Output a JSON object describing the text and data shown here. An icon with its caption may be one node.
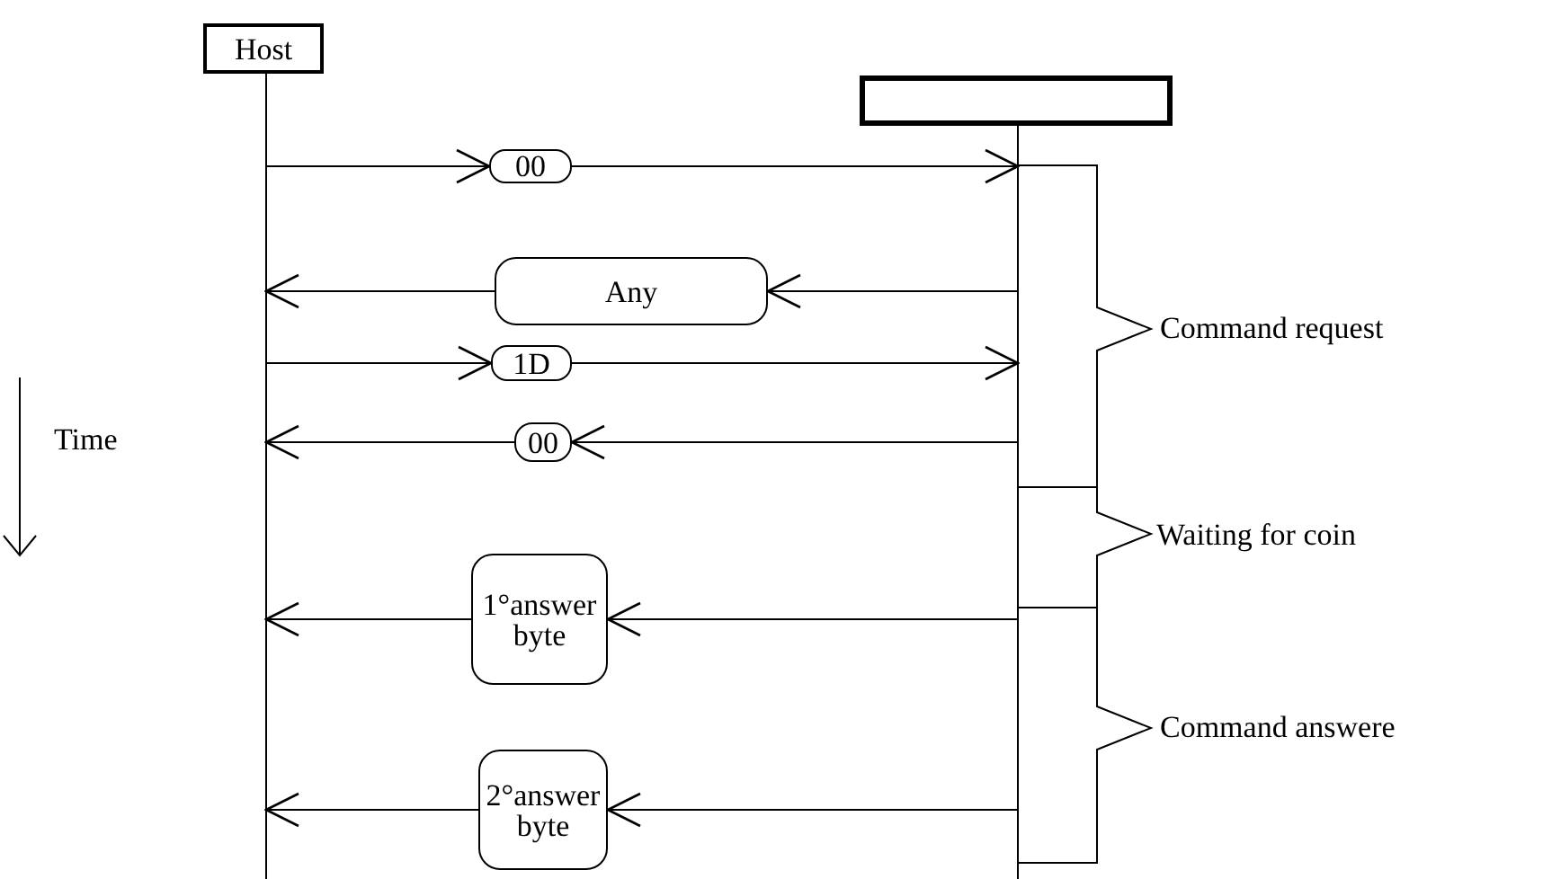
{
  "diagram": {
    "nodes": [
      {
        "text": [
          "Host"
        ]
      },
      {
        "text": [],
        "shape": "box"
      },
      {
        "text": [
          "00"
        ]
      },
      {
        "text": [
          "Any"
        ]
      },
      {
        "text": [
          "1D"
        ]
      },
      {
        "text": [
          "00"
        ]
      },
      {
        "text": [
          "1°answer byte"
        ]
      },
      {
        "text": [
          "2°answer byte"
        ]
      }
    ],
    "edges": [
      {
        "from": 0,
        "to": 2,
        "arrow": "to"
      },
      {
        "from": 2,
        "to": 1,
        "arrow": "to"
      },
      {
        "from": 1,
        "to": 3,
        "arrow": "to"
      },
      {
        "from": 3,
        "to": 0,
        "arrow": "to"
      },
      {
        "from": 0,
        "to": 4,
        "arrow": "to"
      },
      {
        "from": 4,
        "to": 1,
        "arrow": "to"
      },
      {
        "from": 1,
        "to": 5,
        "arrow": "to"
      },
      {
        "from": 5,
        "to": 0,
        "arrow": "to"
      },
      {
        "from": 1,
        "to": 6,
        "arrow": "to"
      },
      {
        "from": 6,
        "to": 0,
        "arrow": "to"
      },
      {
        "from": 1,
        "to": 7,
        "arrow": "to"
      },
      {
        "from": 7,
        "to": 0,
        "arrow": "to"
      }
    ],
    "labels": [
      "Time",
      "Command request",
      "Waiting for coin",
      "Command answere"
    ]
  }
}
